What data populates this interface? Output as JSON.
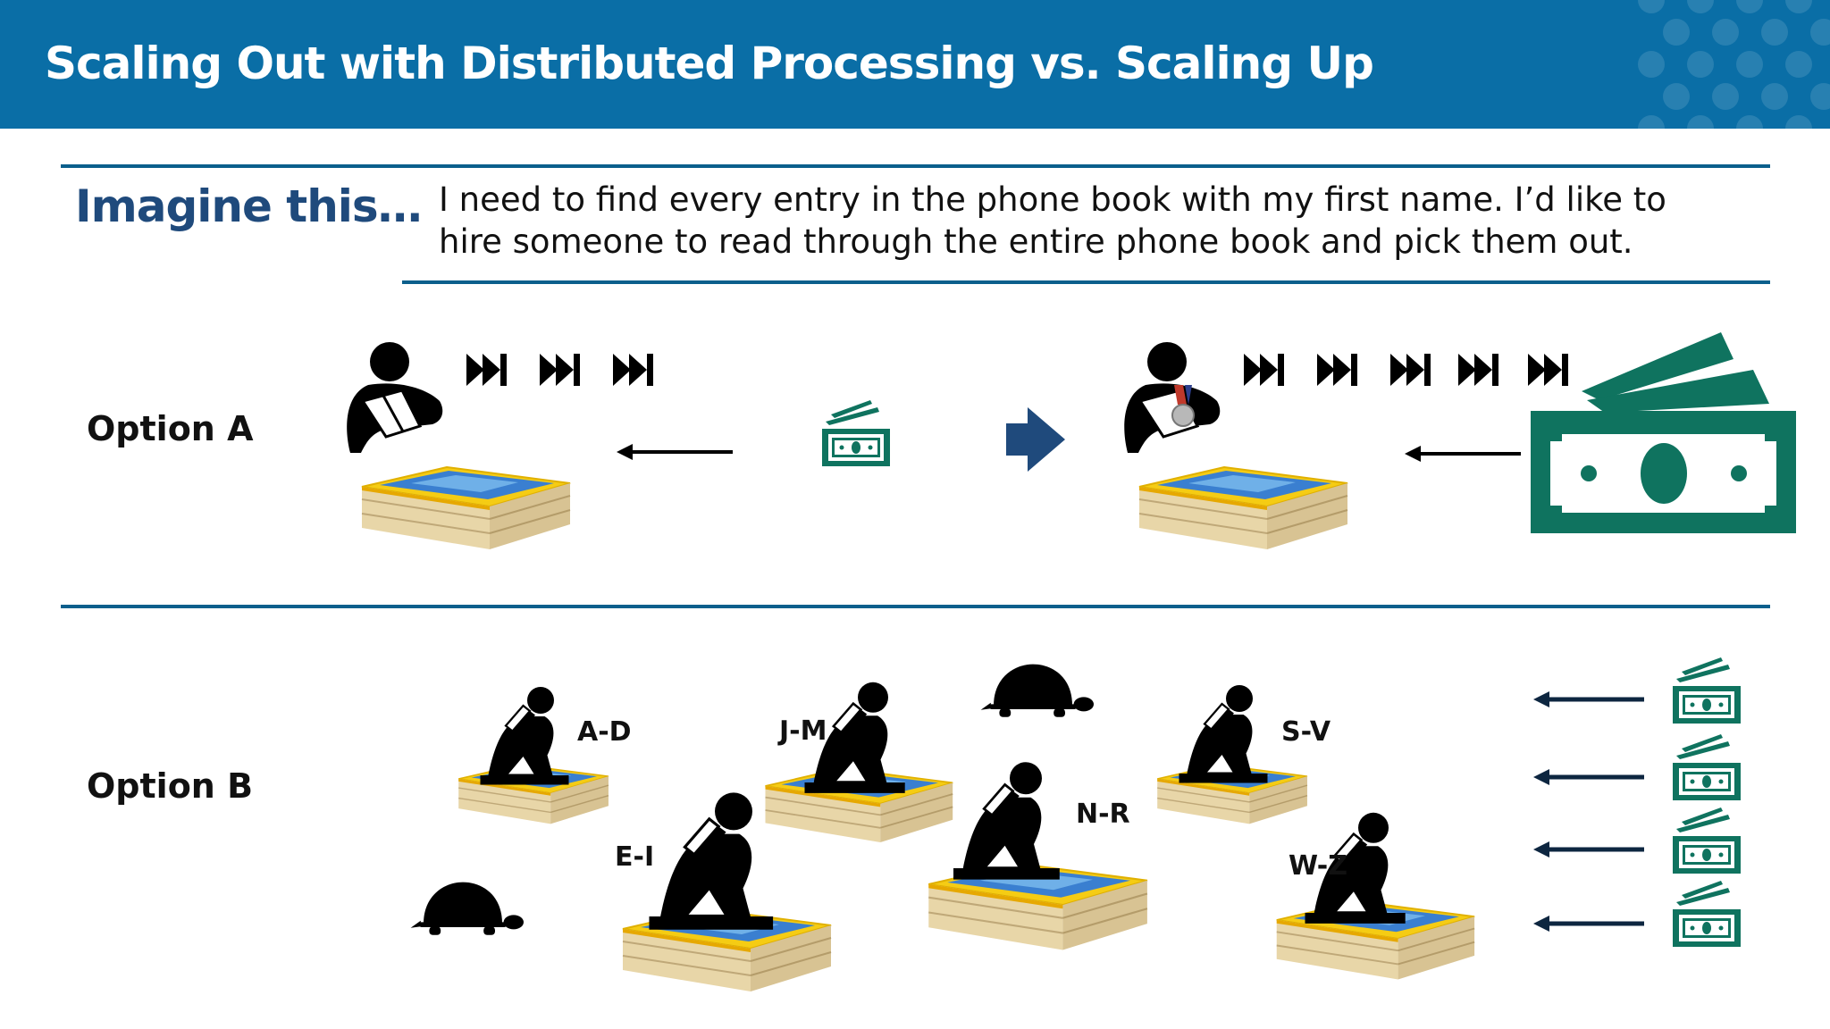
{
  "header": {
    "title": "Scaling Out with Distributed Processing vs. Scaling Up"
  },
  "intro": {
    "heading": "Imagine this…",
    "text": "I need to find every entry in the phone book with my first name. I’d like to hire someone to read through the entire phone book and pick them out."
  },
  "option_a": {
    "label": "Option A"
  },
  "option_b": {
    "label": "Option B",
    "ranges": [
      "A-D",
      "E-I",
      "J-M",
      "N-R",
      "S-V",
      "W-Z"
    ]
  },
  "colors": {
    "header_bg": "#0a6ea6",
    "rule": "#0b5f8c",
    "money": "#0f735f",
    "arrow_blue": "#1f4a7c",
    "heading": "#1f4a7c"
  },
  "icons": [
    "fast-forward-icon",
    "money-icon",
    "reader-person-icon",
    "phone-book-icon",
    "turtle-icon",
    "medal-icon",
    "right-arrow-icon",
    "left-arrow-icon"
  ]
}
